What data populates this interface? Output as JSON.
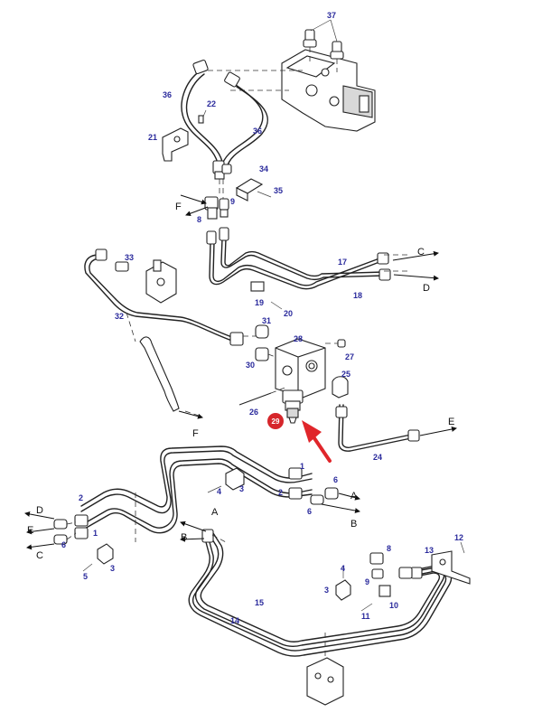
{
  "diagram": {
    "highlight": {
      "label": "29",
      "color": "#d6262b"
    },
    "part_labels": [
      {
        "id": "p37",
        "text": "37"
      },
      {
        "id": "p36a",
        "text": "36"
      },
      {
        "id": "p22",
        "text": "22"
      },
      {
        "id": "p21",
        "text": "21"
      },
      {
        "id": "p36b",
        "text": "36"
      },
      {
        "id": "p34",
        "text": "34"
      },
      {
        "id": "p35",
        "text": "35"
      },
      {
        "id": "p8a",
        "text": "8"
      },
      {
        "id": "p9a",
        "text": "9"
      },
      {
        "id": "p33",
        "text": "33"
      },
      {
        "id": "p17",
        "text": "17"
      },
      {
        "id": "p18",
        "text": "18"
      },
      {
        "id": "p19",
        "text": "19"
      },
      {
        "id": "p20",
        "text": "20"
      },
      {
        "id": "p32",
        "text": "32"
      },
      {
        "id": "p31",
        "text": "31"
      },
      {
        "id": "p28",
        "text": "28"
      },
      {
        "id": "p27",
        "text": "27"
      },
      {
        "id": "p30",
        "text": "30"
      },
      {
        "id": "p25",
        "text": "25"
      },
      {
        "id": "p26",
        "text": "26"
      },
      {
        "id": "p24",
        "text": "24"
      },
      {
        "id": "p1a",
        "text": "1"
      },
      {
        "id": "p6a",
        "text": "6"
      },
      {
        "id": "p2a",
        "text": "2"
      },
      {
        "id": "p6b",
        "text": "6"
      },
      {
        "id": "p4a",
        "text": "4"
      },
      {
        "id": "p3a",
        "text": "3"
      },
      {
        "id": "p2b",
        "text": "2"
      },
      {
        "id": "p1b",
        "text": "1"
      },
      {
        "id": "p6c",
        "text": "6"
      },
      {
        "id": "p3b",
        "text": "3"
      },
      {
        "id": "p5",
        "text": "5"
      },
      {
        "id": "p15",
        "text": "15"
      },
      {
        "id": "p14",
        "text": "14"
      },
      {
        "id": "p4b",
        "text": "4"
      },
      {
        "id": "p3c",
        "text": "3"
      },
      {
        "id": "p8b",
        "text": "8"
      },
      {
        "id": "p9b",
        "text": "9"
      },
      {
        "id": "p10",
        "text": "10"
      },
      {
        "id": "p11",
        "text": "11"
      },
      {
        "id": "p12",
        "text": "12"
      },
      {
        "id": "p13",
        "text": "13"
      }
    ],
    "port_labels": [
      {
        "id": "F1",
        "text": "F"
      },
      {
        "id": "C1",
        "text": "C"
      },
      {
        "id": "D1",
        "text": "D"
      },
      {
        "id": "E1",
        "text": "E"
      },
      {
        "id": "F2",
        "text": "F"
      },
      {
        "id": "A1",
        "text": "A"
      },
      {
        "id": "B1",
        "text": "B"
      },
      {
        "id": "D2",
        "text": "D"
      },
      {
        "id": "E2",
        "text": "E"
      },
      {
        "id": "C2",
        "text": "C"
      },
      {
        "id": "A2",
        "text": "A"
      },
      {
        "id": "B2",
        "text": "B"
      }
    ]
  }
}
